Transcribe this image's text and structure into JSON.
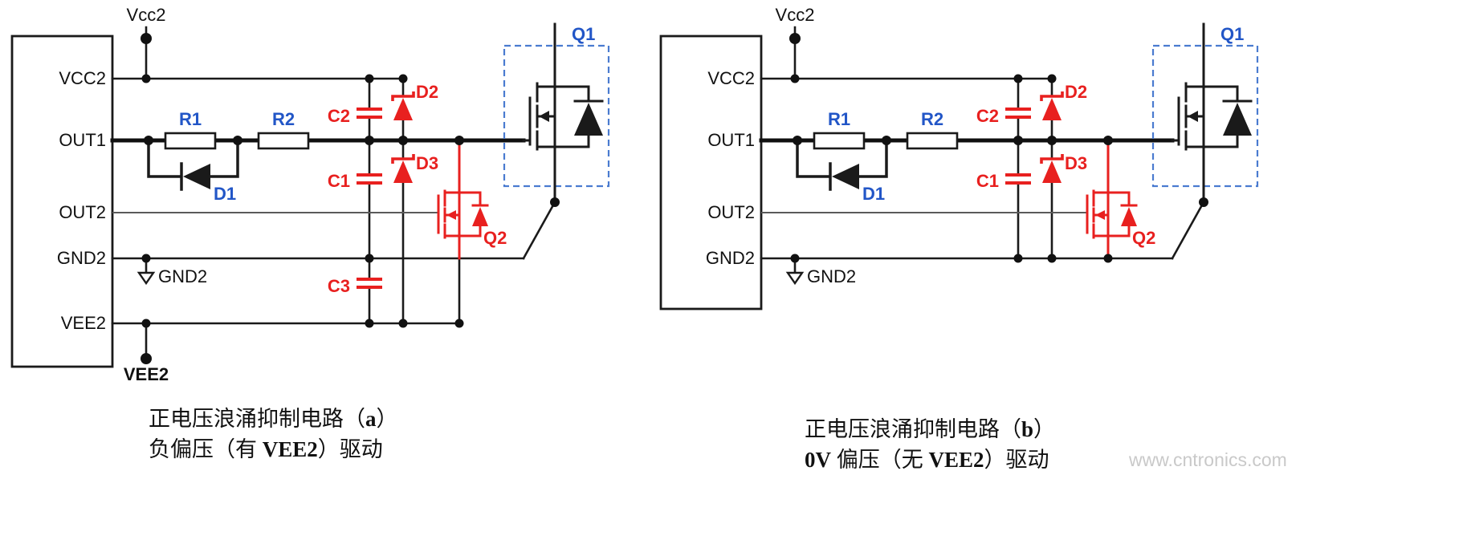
{
  "watermark": "www.cntronics.com",
  "left": {
    "supply_top": "Vcc2",
    "supply_bottom": "VEE2",
    "ground_label": "GND2",
    "pins": [
      "VCC2",
      "OUT1",
      "OUT2",
      "GND2",
      "VEE2"
    ],
    "labels": {
      "r1": "R1",
      "r2": "R2",
      "d1": "D1",
      "c1": "C1",
      "c2": "C2",
      "c3": "C3",
      "d2": "D2",
      "d3": "D3",
      "q1": "Q1",
      "q2": "Q2"
    },
    "caption": {
      "l1_pre": "正电压浪涌抑制电路（",
      "l1_bold": "a",
      "l1_post": "）",
      "l2_pre": "负偏压（有 ",
      "l2_bold": "VEE2",
      "l2_post": "）驱动"
    }
  },
  "right": {
    "supply_top": "Vcc2",
    "ground_label": "GND2",
    "pins": [
      "VCC2",
      "OUT1",
      "OUT2",
      "GND2"
    ],
    "labels": {
      "r1": "R1",
      "r2": "R2",
      "d1": "D1",
      "c1": "C1",
      "c2": "C2",
      "d2": "D2",
      "d3": "D3",
      "q1": "Q1",
      "q2": "Q2"
    },
    "caption": {
      "l1_pre": "正电压浪涌抑制电路（",
      "l1_bold": "b",
      "l1_post": "）",
      "l2_lead": "0V",
      "l2_pre": " 偏压（无 ",
      "l2_bold": "VEE2",
      "l2_post": "）驱动"
    }
  }
}
